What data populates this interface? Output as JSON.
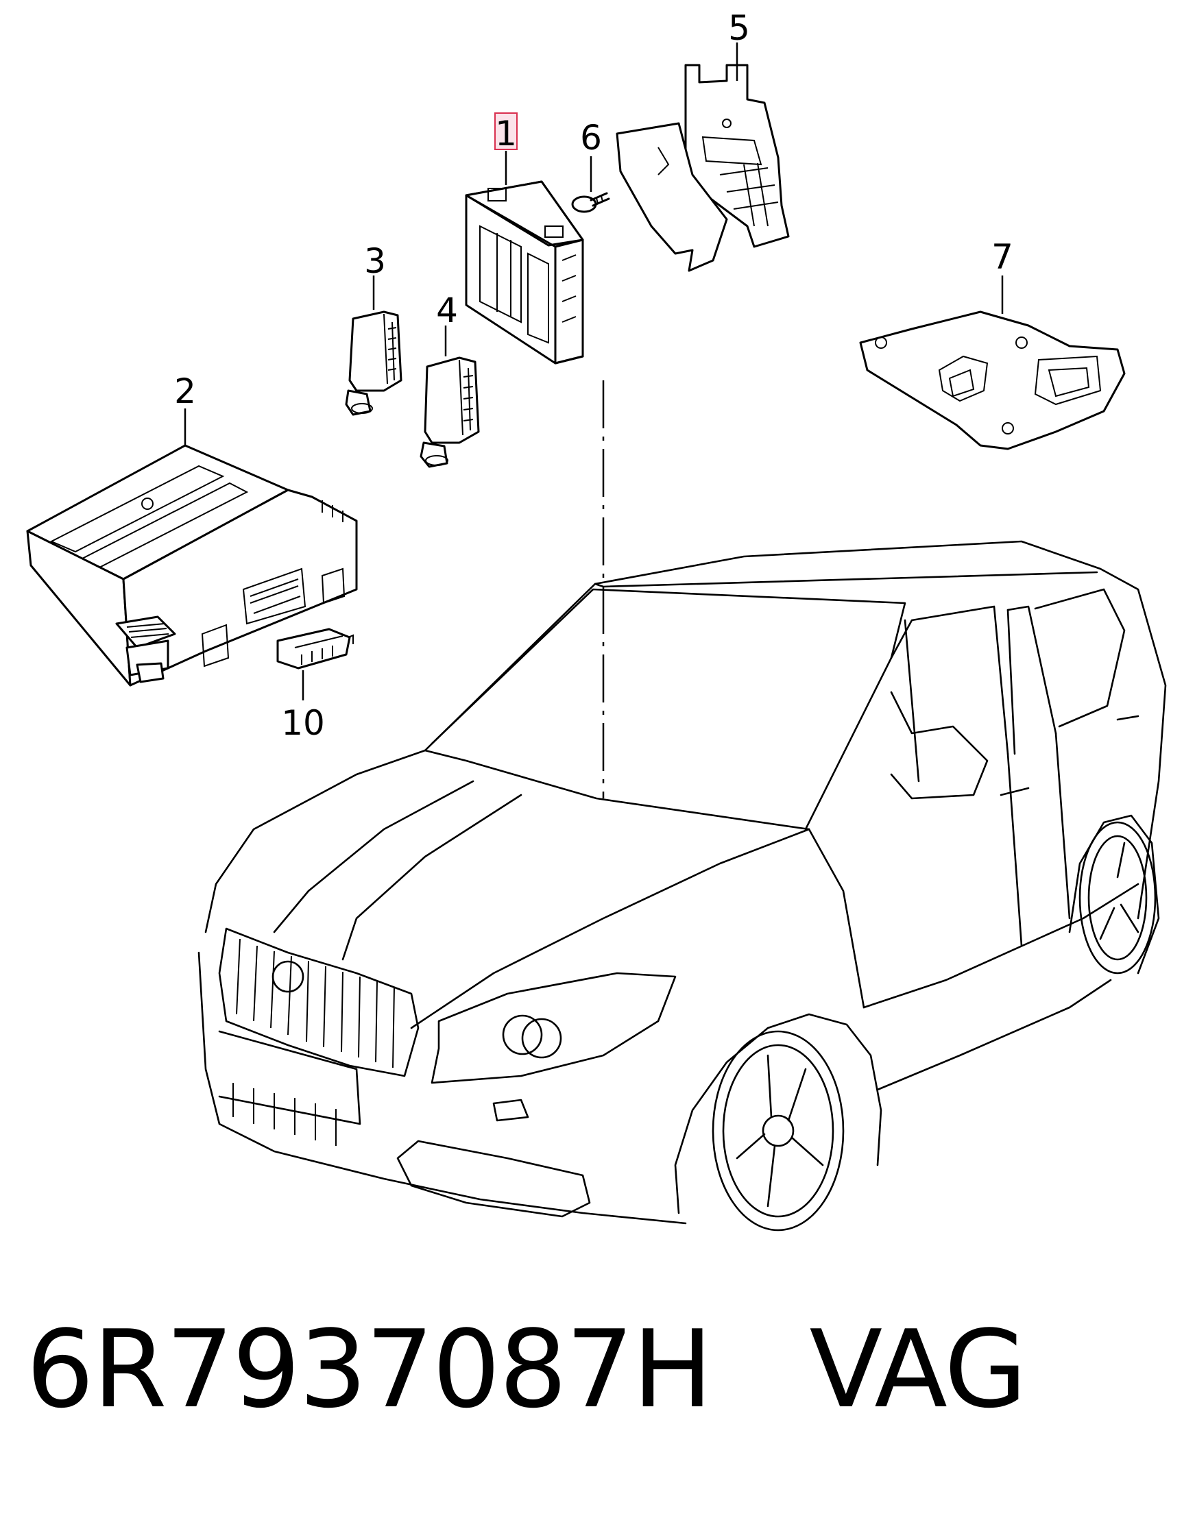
{
  "callouts": {
    "c1": "1",
    "c2": "2",
    "c3": "3",
    "c4": "4",
    "c5": "5",
    "c6": "6",
    "c7": "7",
    "c10": "10"
  },
  "highlighted_callout": "1",
  "highlight_color": "#d9304f",
  "footer": {
    "part_number": "6R7937087H",
    "brand": "VAG"
  }
}
